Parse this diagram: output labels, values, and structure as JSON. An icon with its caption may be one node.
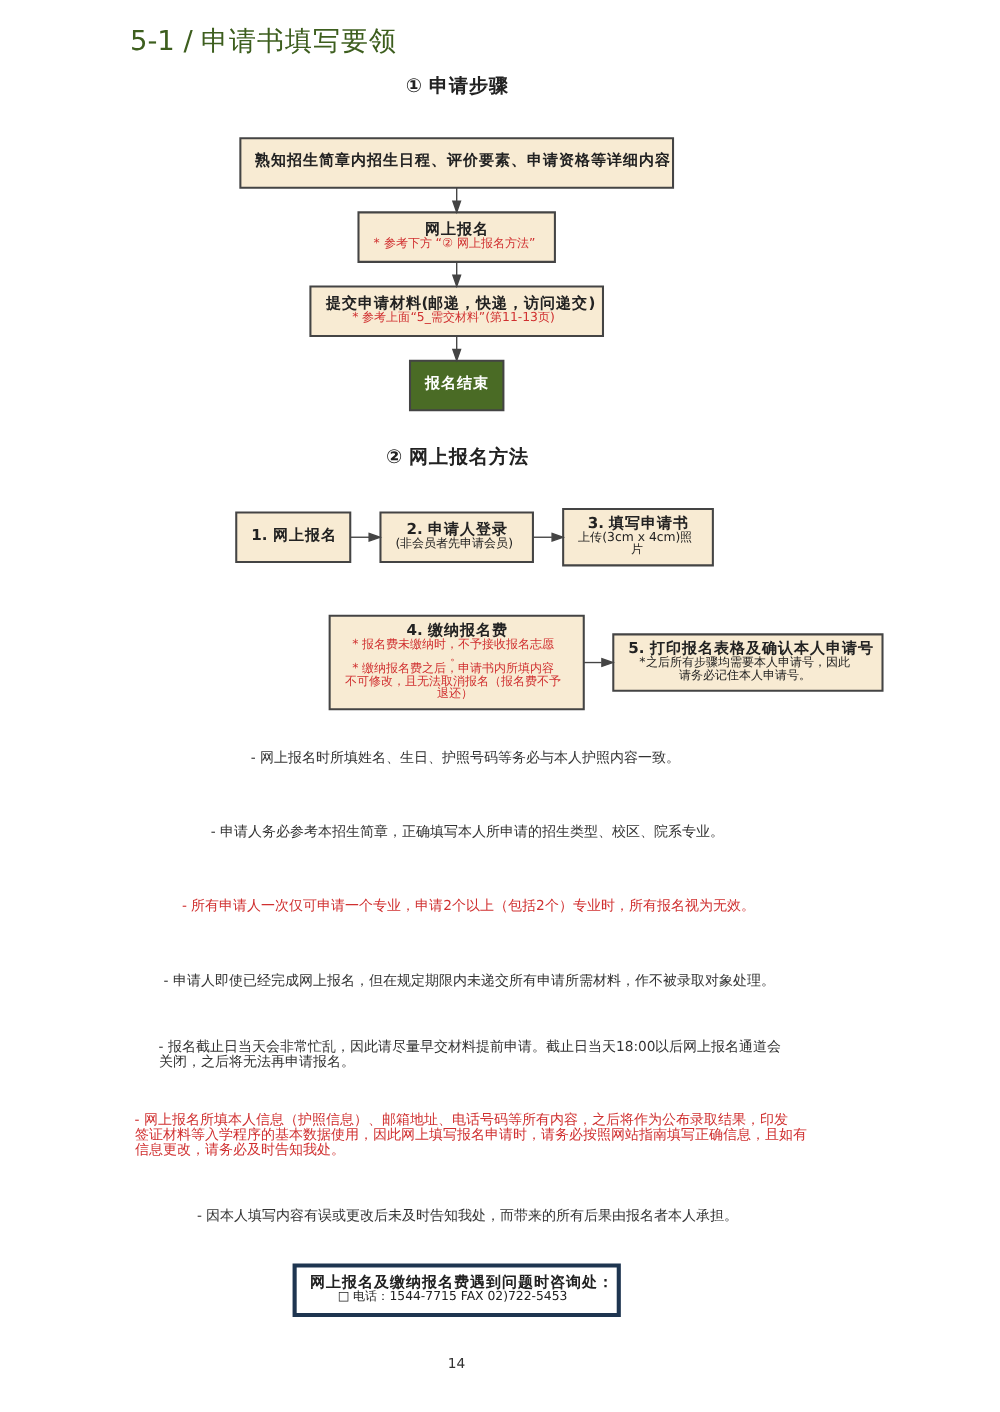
{
  "diagram": {
    "title": "5-1 / 申请书填写要领",
    "nodes": [
      {
        "text": [
          "熟知招生简章内招生日程、评价要素、申请资格等详细内容"
        ]
      },
      {
        "text": [
          "网上报名",
          "* 参考下方 “② 网上报名方法”"
        ]
      },
      {
        "text": [
          "提交申请材料(邮递，快递，访问递交)",
          "* 参考上面“5_需交材料”(第11-13页)"
        ]
      },
      {
        "text": [
          "报名结束"
        ]
      },
      {
        "text": [
          "1. 网上报名"
        ]
      },
      {
        "text": [
          "2. 申请人登录",
          "(非会员者先申请会员)"
        ]
      },
      {
        "text": [
          "3. 填写申请书",
          "上传(3cm x 4cm)照片"
        ]
      },
      {
        "text": [
          "4. 缴纳报名费",
          "* 报名费未缴纳时，不予接收报名志愿。",
          "* 缴纳报名费之后，申请书内所填内容不可修改，且无法取消报名（报名费不予退还）"
        ]
      },
      {
        "text": [
          "5. 打印报名表格及确认本人申请号",
          "*之后所有步骤均需要本人申请号，因此请务必记住本人申请号。"
        ]
      },
      {
        "text": [
          "网上报名及缴纳报名费遇到问题时咨询处：",
          "□ 电话：1544-7715 FAX 02)722-5453"
        ]
      }
    ],
    "edges": [
      {
        "from": 0,
        "to": 1,
        "arrow": "to"
      },
      {
        "from": 1,
        "to": 2,
        "arrow": "to"
      },
      {
        "from": 2,
        "to": 3,
        "arrow": "to"
      },
      {
        "from": 4,
        "to": 5,
        "arrow": "to"
      },
      {
        "from": 5,
        "to": 6,
        "arrow": "to"
      },
      {
        "from": 7,
        "to": 8,
        "arrow": "to"
      }
    ],
    "labels": [
      "① 申请步骤",
      "② 网上报名方法",
      "- 网上报名时所填姓名、生日、护照号码等务必与本人护照内容一致。",
      "- 申请人务必参考本招生简章，正确填写本人所申请的招生类型、校区、院系专业。",
      "- 所有申请人一次仅可申请一个专业，申请2个以上（包括2个）专业时，所有报名视为无效。",
      "- 申请人即使已经完成网上报名，但在规定期限内未递交所有申请所需材料，作不被录取对象处理。",
      "- 报名截止日当天会非常忙乱，因此请尽量早交材料提前申请。截止日当天18:00以后网上报名通道会关闭，之后将无法再申请报名。",
      "- 网上报名所填本人信息（护照信息）、邮箱地址、电话号码等所有内容，之后将作为公布录取结果，印发签证材料等入学程序的基本数据使用，因此网上填写报名申请时，请务必按照网站指南填写正确信息，且如有信息更改，请务必及时告知我处。",
      "- 因本人填写内容有误或更改后未及时告知我处，而带来的所有后果由报名者本人承担。",
      "14"
    ]
  }
}
